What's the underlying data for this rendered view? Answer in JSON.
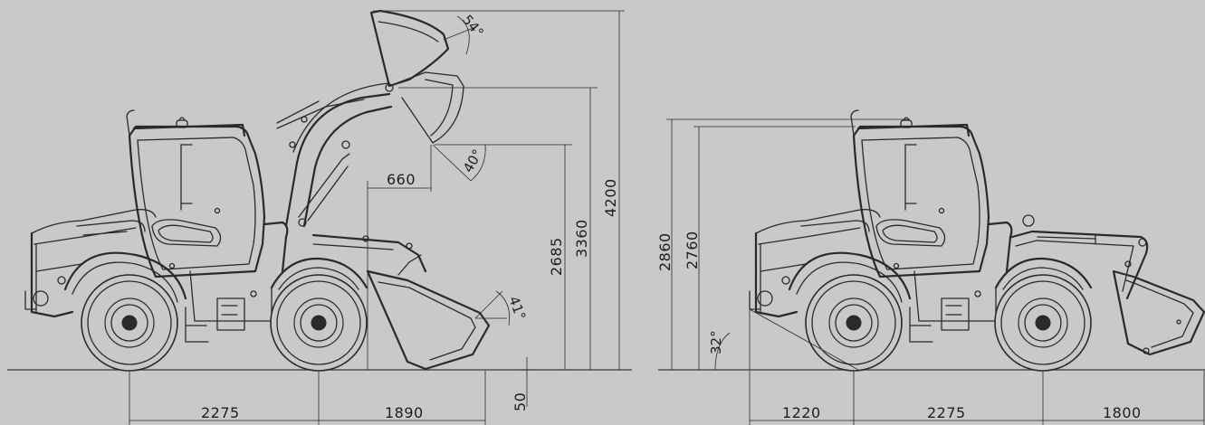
{
  "left_view": {
    "wheelbase": "2275",
    "front_overhang": "1890",
    "bucket_floor_clearance": "50",
    "dump_height": "2685",
    "hinge_pin_height": "3360",
    "overall_height_raised": "4200",
    "dump_reach": "660",
    "angle_rollback_top": "54°",
    "angle_dump": "40°",
    "angle_rollback_ground": "41°"
  },
  "right_view": {
    "cab_height": "2860",
    "roof_height": "2760",
    "departure_angle": "32°",
    "rear_overhang": "1220",
    "wheelbase": "2275",
    "front_overhang": "1800"
  },
  "colors": {
    "background": "#c8c9cb",
    "line": "#2a2a2a"
  }
}
